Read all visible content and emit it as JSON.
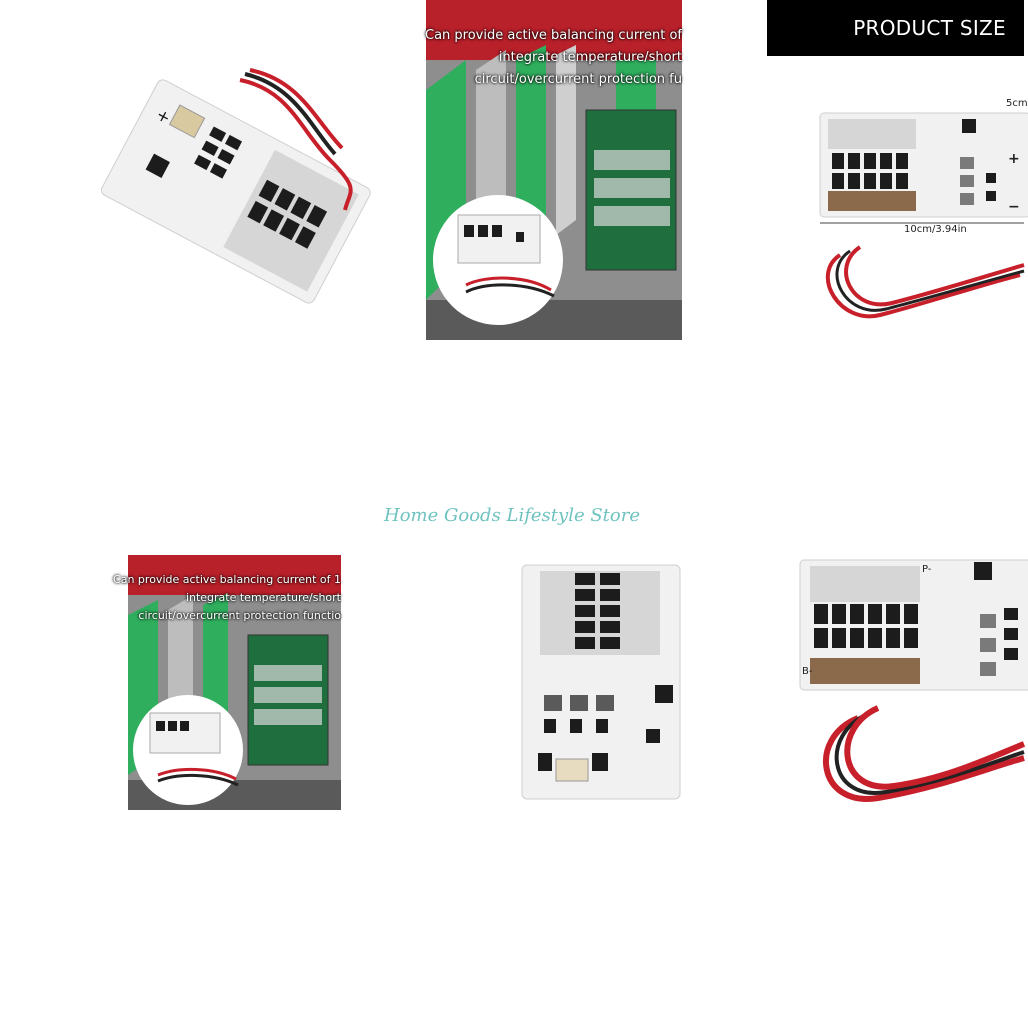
{
  "banner": {
    "text": "PRODUCT SIZE"
  },
  "store": {
    "name": "Home Goods Lifestyle Store"
  },
  "install_photo": {
    "caption_lines": [
      "Can provide active balancing current of",
      "integrate temperature/short",
      "circuit/overcurrent protection fu"
    ],
    "caption_lines_b": [
      "Can provide active balancing current of 1",
      "integrate temperature/short",
      "circuit/overcurrent protection functio"
    ]
  },
  "size": {
    "height": "5cm",
    "length": "10cm/3.94in"
  },
  "board_marks": {
    "plus": "+",
    "minus": "−",
    "p_minus": "P-",
    "b_minus": "B-"
  },
  "colors": {
    "pcb": "#f1f1f1",
    "mosfet": "#1c1c1c",
    "wire_red": "#c8202a",
    "wire_black": "#222222",
    "cell_green": "#29a85a",
    "accent_text": "#6fc3bf"
  }
}
